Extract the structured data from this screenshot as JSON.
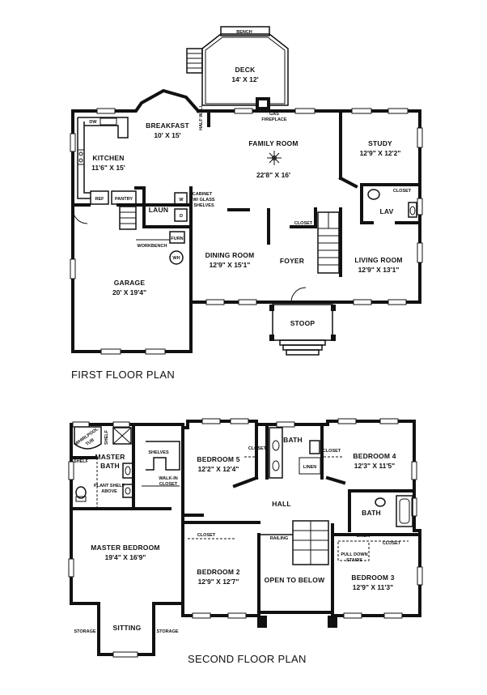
{
  "first_floor": {
    "title": "FIRST FLOOR PLAN",
    "rooms": {
      "deck": {
        "name": "DECK",
        "dim": "14' X 12'"
      },
      "bench": "BENCH",
      "breakfast": {
        "name": "BREAKFAST",
        "dim": "10' X 15'"
      },
      "kitchen": {
        "name": "KITCHEN",
        "dim": "11'6\" X 15'"
      },
      "family_room": {
        "name": "FAMILY ROOM",
        "dim": "22'8\" X 16'"
      },
      "study": {
        "name": "STUDY",
        "dim": "12'9\" X 12'2\""
      },
      "garage": {
        "name": "GARAGE",
        "dim": "20' X 19'4\""
      },
      "dining_room": {
        "name": "DINING ROOM",
        "dim": "12'9\" X 15'1\""
      },
      "foyer": "FOYER",
      "living_room": {
        "name": "LIVING ROOM",
        "dim": "12'9\" X 13'1\""
      },
      "stoop": "STOOP",
      "laun": "LAUN",
      "lav": "LAV",
      "pantry": "PANTRY",
      "workbench": "WORKBENCH"
    },
    "fixtures": {
      "half_wall": "HALF WALL",
      "gas": "GAS",
      "fireplace": "FIREPLACE",
      "dw": "DW",
      "ref": "REF",
      "washer": "W",
      "dryer": "D",
      "cabinet_1": "CABINET",
      "cabinet_2": "W/ GLASS",
      "cabinet_3": "SHELVES",
      "furn": "FURN",
      "wh": "WH",
      "closet_foyer": "CLOSET",
      "closet_study": "CLOSET"
    }
  },
  "second_floor": {
    "title": "SECOND FLOOR PLAN",
    "rooms": {
      "master_bath_1": "MASTER",
      "master_bath_2": "BATH",
      "bedroom5": {
        "name": "BEDROOM 5",
        "dim": "12'2\" X 12'4\""
      },
      "bath_top": "BATH",
      "bedroom4": {
        "name": "BEDROOM 4",
        "dim": "12'3\" X 11'5\""
      },
      "hall": "HALL",
      "bath_right": "BATH",
      "master_bedroom": {
        "name": "MASTER BEDROOM",
        "dim": "19'4\" X 16'9\""
      },
      "bedroom2": {
        "name": "BEDROOM 2",
        "dim": "12'9\" X 12'7\""
      },
      "open_below": "OPEN TO BELOW",
      "bedroom3": {
        "name": "BEDROOM 3",
        "dim": "12'9\" X 11'3\""
      },
      "sitting": "SITTING",
      "storage_left": "STORAGE",
      "storage_right": "STORAGE"
    },
    "fixtures": {
      "whirlpool_1": "WHIRLPOOL",
      "whirlpool_2": "TUB",
      "shelf_1": "SHELF",
      "shelf_2": "SHELF",
      "shelves": "SHELVES",
      "walkin_1": "WALK-IN",
      "walkin_2": "CLOSET",
      "plant_1": "PLANT SHELF",
      "plant_2": "ABOVE",
      "closet_b5": "CLOSET",
      "closet_b4": "CLOSET",
      "closet_b2": "CLOSET",
      "closet_b3": "CLOSET",
      "linen_top": "LINEN",
      "linen_right": "LINEN",
      "railing": "RAILING",
      "pulldown_1": "PULL DOWN",
      "pulldown_2": "STAIRS"
    }
  }
}
